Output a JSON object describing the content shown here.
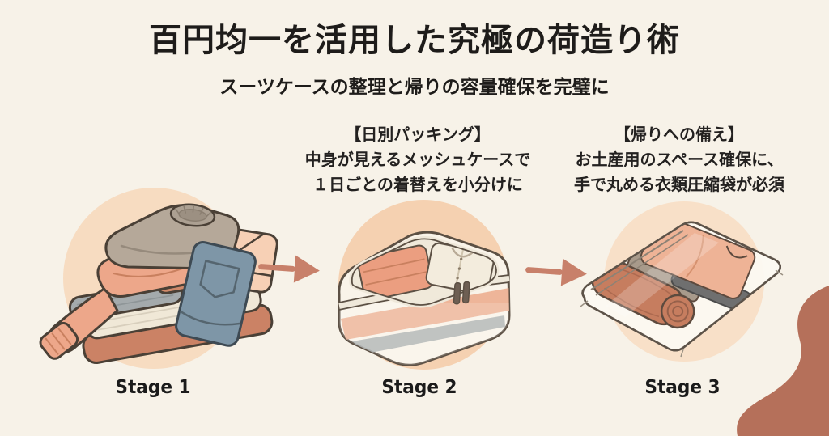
{
  "colors": {
    "bg": "#f7f2e8",
    "text": "#1e1c1a",
    "arrow": "#c8806a",
    "blob": "#b5705a",
    "circle1": "#f7dcc1",
    "circle2": "#f5d1b1",
    "circle3": "#f8e0c8"
  },
  "header": {
    "title": "百円均一を活用した究極の荷造り術",
    "subtitle": "スーツケースの整理と帰りの容量確保を完璧に"
  },
  "stages": [
    {
      "label": "Stage 1",
      "caption_title": "",
      "caption_line1": "",
      "caption_line2": "",
      "illustration": "folded-clothes-pile"
    },
    {
      "label": "Stage 2",
      "caption_title": "【日別パッキング】",
      "caption_line1": "中身が見えるメッシュケースで",
      "caption_line2": "１日ごとの着替えを小分けに",
      "illustration": "mesh-packing-cube"
    },
    {
      "label": "Stage 3",
      "caption_title": "【帰りへの備え】",
      "caption_line1": "お土産用のスペース確保に、",
      "caption_line2": "手で丸める衣類圧縮袋が必須",
      "illustration": "clothes-compression-bag"
    }
  ],
  "icons": {
    "arrow_right": "→"
  }
}
